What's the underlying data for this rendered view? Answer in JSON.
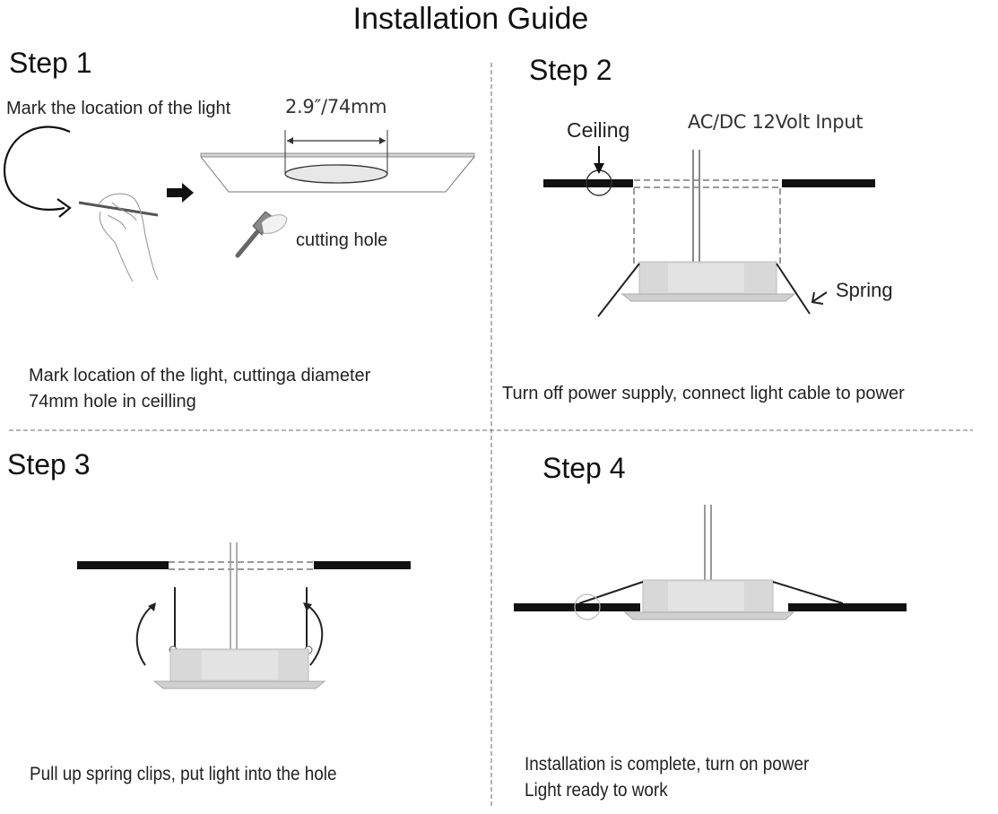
{
  "title": "Installation Guide",
  "steps": [
    {
      "label": "Step 1",
      "annotations": {
        "mark_location": "Mark the location of the light",
        "dimension": "2.9″/74mm",
        "cutting_hole": "cutting hole"
      },
      "caption_lines": [
        "Mark location of the light, cuttinga diameter",
        "74mm hole in ceilling"
      ]
    },
    {
      "label": "Step 2",
      "annotations": {
        "ceiling": "Ceiling",
        "input": "AC/DC 12Volt Input",
        "spring": "Spring"
      },
      "caption_lines": [
        "Turn off power supply, connect light cable to power"
      ]
    },
    {
      "label": "Step 3",
      "caption_lines": [
        "Pull up spring clips, put light into the hole"
      ]
    },
    {
      "label": "Step 4",
      "caption_lines": [
        "Installation is complete, turn on power",
        "Light ready to work"
      ]
    }
  ],
  "colors": {
    "text": "#111111",
    "ceiling_board": "#111111",
    "dash": "#9a9a9a",
    "light_body": "#d6d6d6"
  }
}
